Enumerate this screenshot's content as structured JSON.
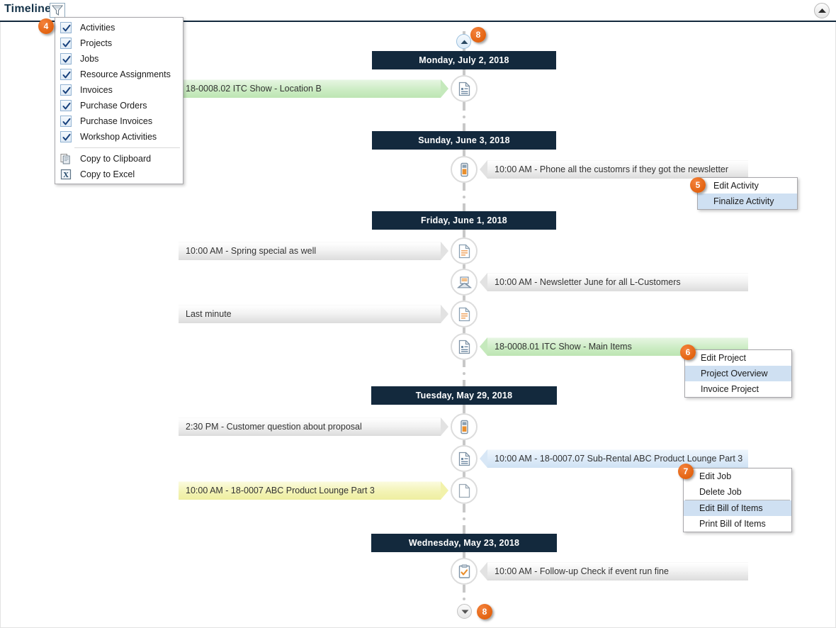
{
  "header": {
    "title": "Timeline",
    "filter_icon": "funnel-filter-icon",
    "collapse_icon": "chevron-up-icon"
  },
  "filter_menu": {
    "checkbox_items": [
      {
        "label": "Activities",
        "checked": true
      },
      {
        "label": "Projects",
        "checked": true
      },
      {
        "label": "Jobs",
        "checked": true
      },
      {
        "label": "Resource Assignments",
        "checked": true
      },
      {
        "label": "Invoices",
        "checked": true
      },
      {
        "label": "Purchase Orders",
        "checked": true
      },
      {
        "label": "Purchase Invoices",
        "checked": true
      },
      {
        "label": "Workshop Activities",
        "checked": true
      }
    ],
    "action_items": [
      {
        "label": "Copy to Clipboard",
        "icon": "copy-pages-icon"
      },
      {
        "label": "Copy to Excel",
        "icon": "excel-x-icon"
      }
    ]
  },
  "timeline": {
    "days": [
      {
        "date": "Monday, July 2, 2018",
        "events": [
          {
            "text": "18-0008.02 ITC Show - Location B",
            "side": "left",
            "color": "green",
            "icon": "project-document-icon"
          }
        ]
      },
      {
        "date": "Sunday, June 3, 2018",
        "events": [
          {
            "text": "10:00 AM - Phone all the customrs if they got the newsletter",
            "side": "right",
            "color": "gray",
            "icon": "phone-activity-icon"
          }
        ]
      },
      {
        "date": "Friday, June 1, 2018",
        "events": [
          {
            "text": "10:00 AM - Spring special as well",
            "side": "left",
            "color": "gray",
            "icon": "document-orange-icon"
          },
          {
            "text": "10:00 AM - Newsletter June for all L-Customers",
            "side": "right",
            "color": "gray",
            "icon": "mail-envelope-icon"
          },
          {
            "text": "Last minute",
            "side": "left",
            "color": "gray",
            "icon": "document-orange-icon"
          },
          {
            "text": "18-0008.01 ITC Show - Main Items",
            "side": "right",
            "color": "green",
            "icon": "project-document-icon"
          }
        ]
      },
      {
        "date": "Tuesday, May 29, 2018",
        "events": [
          {
            "text": "2:30 PM - Customer question about proposal",
            "side": "left",
            "color": "gray",
            "icon": "phone-activity-icon"
          },
          {
            "text": "10:00 AM - 18-0007.07 Sub-Rental ABC Product Lounge Part 3",
            "side": "right",
            "color": "blue",
            "icon": "project-document-icon"
          },
          {
            "text": "10:00 AM - 18-0007 ABC Product Lounge Part 3",
            "side": "left",
            "color": "yellow",
            "icon": "blank-document-icon"
          }
        ]
      },
      {
        "date": "Wednesday, May 23, 2018",
        "events": [
          {
            "text": "10:00 AM - Follow-up Check if event run fine",
            "side": "right",
            "color": "gray",
            "icon": "clipboard-check-icon"
          }
        ]
      }
    ]
  },
  "context_menus": {
    "activity": {
      "items": [
        {
          "label": "Edit Activity",
          "selected": false
        },
        {
          "label": "Finalize Activity",
          "selected": true
        }
      ]
    },
    "project": {
      "items": [
        {
          "label": "Edit Project",
          "selected": false
        },
        {
          "label": "Project Overview",
          "selected": true
        },
        {
          "label": "Invoice Project",
          "selected": false
        }
      ]
    },
    "job": {
      "items": [
        {
          "label": "Edit Job",
          "selected": false
        },
        {
          "label": "Delete Job",
          "selected": false,
          "separator_after": true
        },
        {
          "label": "Edit Bill of Items",
          "selected": true
        },
        {
          "label": "Print Bill of Items",
          "selected": false
        }
      ]
    }
  },
  "markers": [
    {
      "number": "4",
      "target": "filter-menu"
    },
    {
      "number": "5",
      "target": "activity-context-menu"
    },
    {
      "number": "6",
      "target": "project-context-menu"
    },
    {
      "number": "7",
      "target": "job-context-menu"
    },
    {
      "number": "8",
      "target": "scroll-up-button"
    },
    {
      "number": "8",
      "target": "scroll-down-button"
    }
  ],
  "scroll": {
    "up_icon": "chevron-up-icon",
    "down_icon": "chevron-down-icon"
  },
  "colors": {
    "accent": "#e2620f",
    "date_bar": "#13293d",
    "selection": "#cfe0f2",
    "green_bar": "#c5e9bc",
    "blue_bar": "#d8e7f6",
    "yellow_bar": "#f2f2ab"
  }
}
